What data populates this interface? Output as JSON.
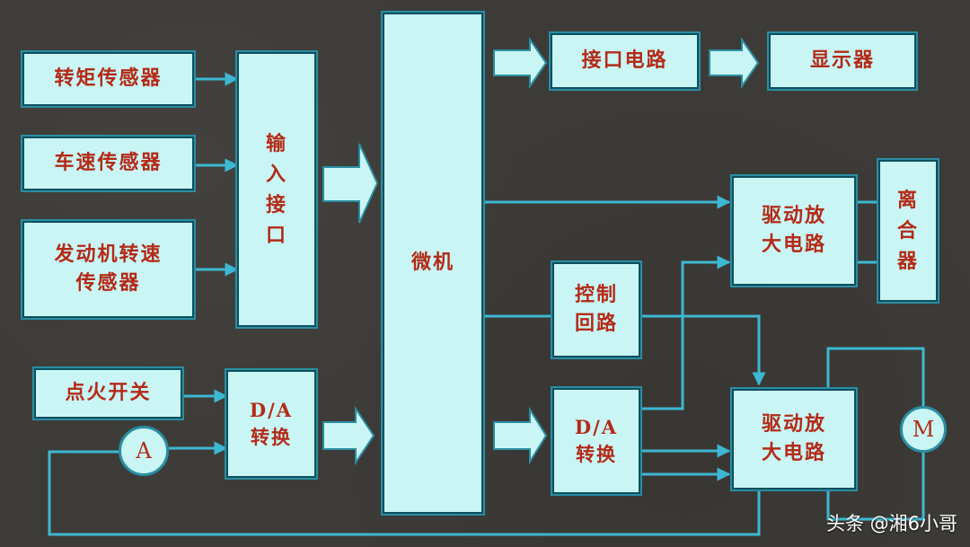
{
  "blocks": {
    "torque_sensor": "转矩传感器",
    "speed_sensor": "车速传感器",
    "engine_speed_sensor": "发动机转速\n传感器",
    "input_interface": "输\n入\n接\n口",
    "ignition_switch": "点火开关",
    "ammeter": "A",
    "da_left": "D/A\n转换",
    "microcomputer": "微机",
    "interface_circuit": "接口电路",
    "display": "显示器",
    "drive_amp_top": "驱动放\n大电路",
    "clutch": "离\n合\n器",
    "control_loop": "控制\n回路",
    "da_right": "D/A\n转换",
    "drive_amp_bottom": "驱动放\n大电路",
    "motor": "M"
  },
  "watermark": "头条 @湘6小哥",
  "colors": {
    "background": "#3d3b37",
    "box_fill": "#c9f6f4",
    "box_border": "#2a8ea3",
    "wire": "#3db8d3",
    "text": "#b42a18"
  }
}
